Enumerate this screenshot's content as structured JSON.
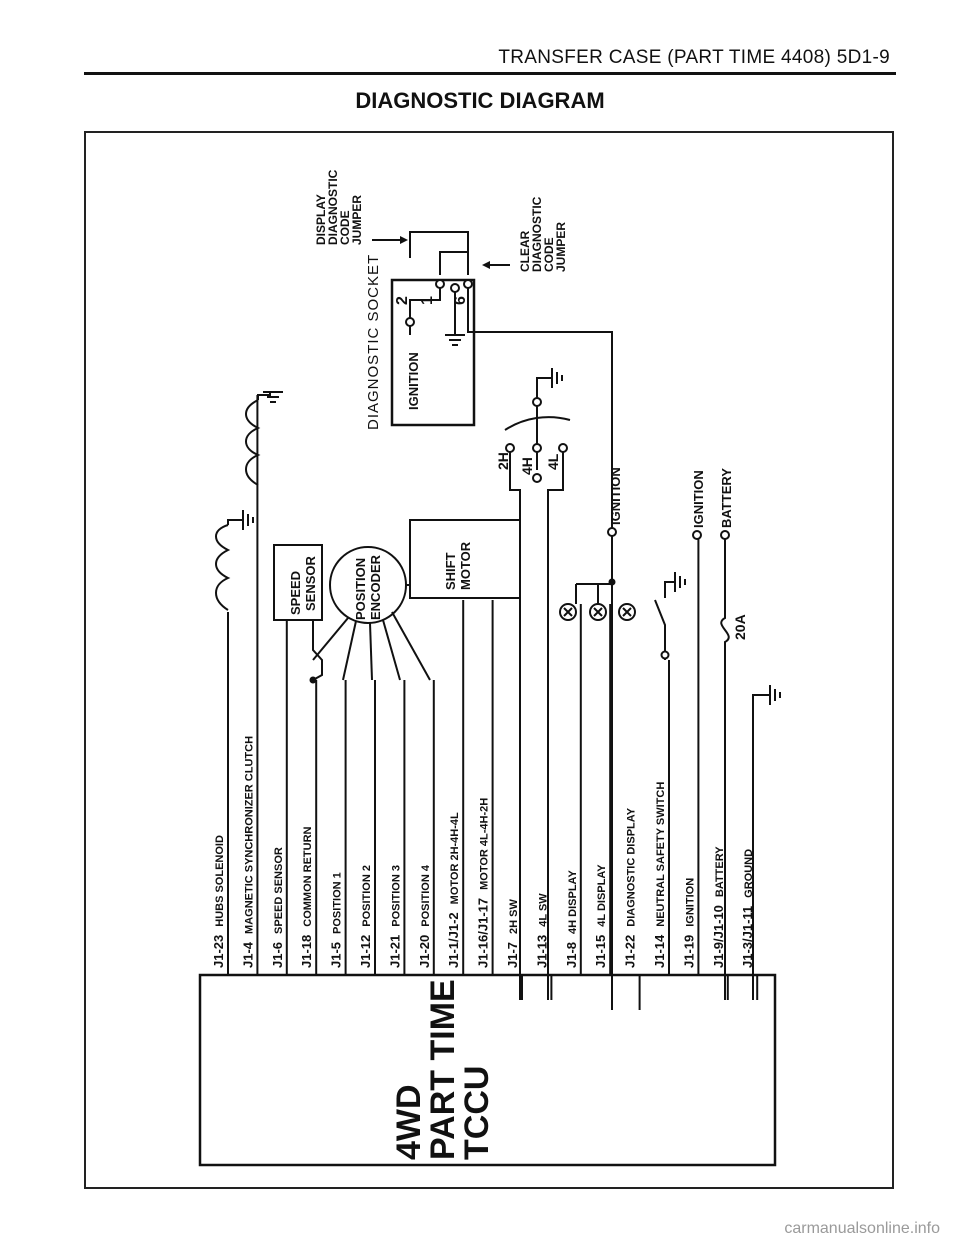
{
  "header": {
    "section": "TRANSFER CASE (PART TIME 4408)",
    "page": "5D1-9"
  },
  "title": "DIAGNOSTIC DIAGRAM",
  "watermark": "carmanualsonline.info",
  "module": {
    "lines": [
      "4WD",
      "PART TIME",
      "TCCU"
    ]
  },
  "pins": [
    {
      "pin": "J1-23",
      "name": "HUBS SOLENOID"
    },
    {
      "pin": "J1-4",
      "name": "MAGNETIC SYNCHRONIZER CLUTCH"
    },
    {
      "pin": "J1-6",
      "name": "SPEED SENSOR"
    },
    {
      "pin": "J1-18",
      "name": "COMMON RETURN"
    },
    {
      "pin": "J1-5",
      "name": "POSITION 1"
    },
    {
      "pin": "J1-12",
      "name": "POSITION 2"
    },
    {
      "pin": "J1-21",
      "name": "POSITION 3"
    },
    {
      "pin": "J1-20",
      "name": "POSITION 4"
    },
    {
      "pin": "J1-1/J1-2",
      "name": "MOTOR 2H-4H-4L"
    },
    {
      "pin": "J1-16/J1-17",
      "name": "MOTOR 4L-4H-2H"
    },
    {
      "pin": "J1-7",
      "name": "2H SW"
    },
    {
      "pin": "J1-13",
      "name": "4L SW"
    },
    {
      "pin": "J1-8",
      "name": "4H DISPLAY"
    },
    {
      "pin": "J1-15",
      "name": "4L DISPLAY"
    },
    {
      "pin": "J1-22",
      "name": "DIAGNOSTIC DISPLAY"
    },
    {
      "pin": "J1-14",
      "name": "NEUTRAL SAFETY SWITCH"
    },
    {
      "pin": "J1-19",
      "name": "IGNITION"
    },
    {
      "pin": "J1-9/J1-10",
      "name": "BATTERY"
    },
    {
      "pin": "J1-3/J1-11",
      "name": "GROUND"
    }
  ],
  "components": {
    "speed_sensor": [
      "SPEED",
      "SENSOR"
    ],
    "position_encoder": [
      "POSITION",
      "ENCODER"
    ],
    "shift_motor": [
      "SHIFT",
      "MOTOR"
    ],
    "socket_label": "DIAGNOSTIC SOCKET",
    "socket_ignition": "IGNITION",
    "socket_pins": [
      "2",
      "1",
      "6"
    ],
    "display_jumper": [
      "DISPLAY",
      "DIAGNOSTIC",
      "CODE",
      "JUMPER"
    ],
    "clear_jumper": [
      "CLEAR",
      "DIAGNOSTIC",
      "CODE",
      "JUMPER"
    ],
    "mode_labels": [
      "2H",
      "4H",
      "4L"
    ],
    "ignition": "IGNITION",
    "ignition2": "IGNITION",
    "battery": "BATTERY",
    "fuse": "20A"
  }
}
